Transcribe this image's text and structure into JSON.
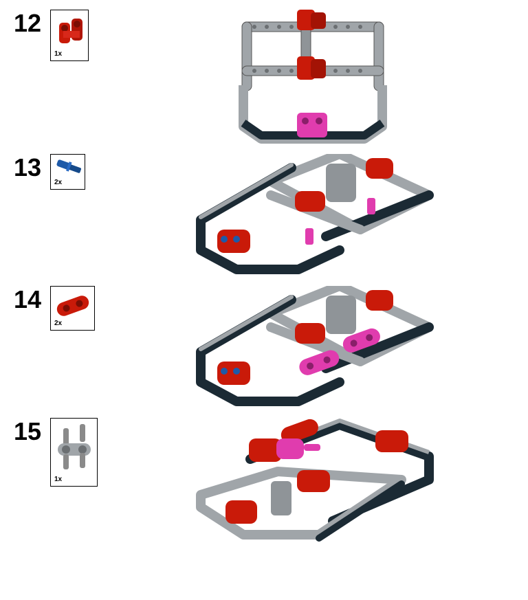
{
  "steps": [
    {
      "number": "12",
      "parts": [
        {
          "icon": "red-double-pin-connector-icon",
          "qty": "1x",
          "color": "#c91a09"
        }
      ]
    },
    {
      "number": "13",
      "parts": [
        {
          "icon": "blue-axle-pin-icon",
          "qty": "2x",
          "color": "#1e5aa8"
        }
      ]
    },
    {
      "number": "14",
      "parts": [
        {
          "icon": "red-perpendicular-connector-icon",
          "qty": "2x",
          "color": "#c91a09"
        }
      ]
    },
    {
      "number": "15",
      "parts": [
        {
          "icon": "gray-double-pin-frame-icon",
          "qty": "1x",
          "color": "#8a8a8a"
        }
      ]
    }
  ],
  "colors": {
    "red": "#c91a09",
    "gray": "#a0a5a9",
    "dark": "#1b2a34",
    "magenta": "#e03cae",
    "blue": "#1e5aa8"
  }
}
